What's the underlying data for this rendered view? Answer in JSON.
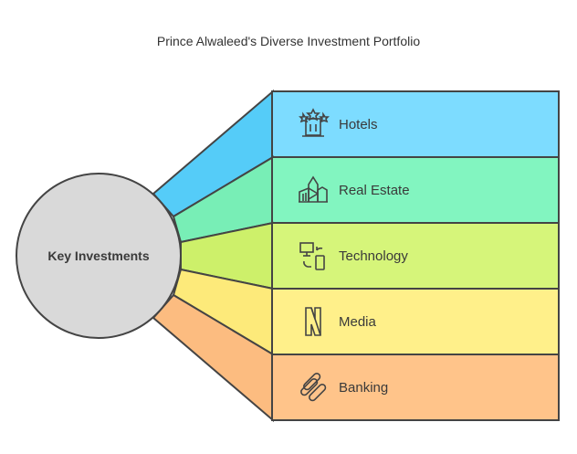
{
  "title": "Prince Alwaleed's Diverse Investment Portfolio",
  "center": {
    "label": "Key Investments",
    "color": "#d9d9d9"
  },
  "items": [
    {
      "label": "Hotels",
      "icon": "hotel-stars-icon",
      "color": "#7ddcff",
      "fan_color": "#55ccf8"
    },
    {
      "label": "Real Estate",
      "icon": "buildings-icon",
      "color": "#82f5c0",
      "fan_color": "#78eeb6"
    },
    {
      "label": "Technology",
      "icon": "devices-sync-icon",
      "color": "#d6f57a",
      "fan_color": "#cdf06a"
    },
    {
      "label": "Media",
      "icon": "netflix-logo-icon",
      "color": "#fff08a",
      "fan_color": "#fdea7a"
    },
    {
      "label": "Banking",
      "icon": "chain-links-icon",
      "color": "#ffc48a",
      "fan_color": "#fcbc80"
    }
  ]
}
